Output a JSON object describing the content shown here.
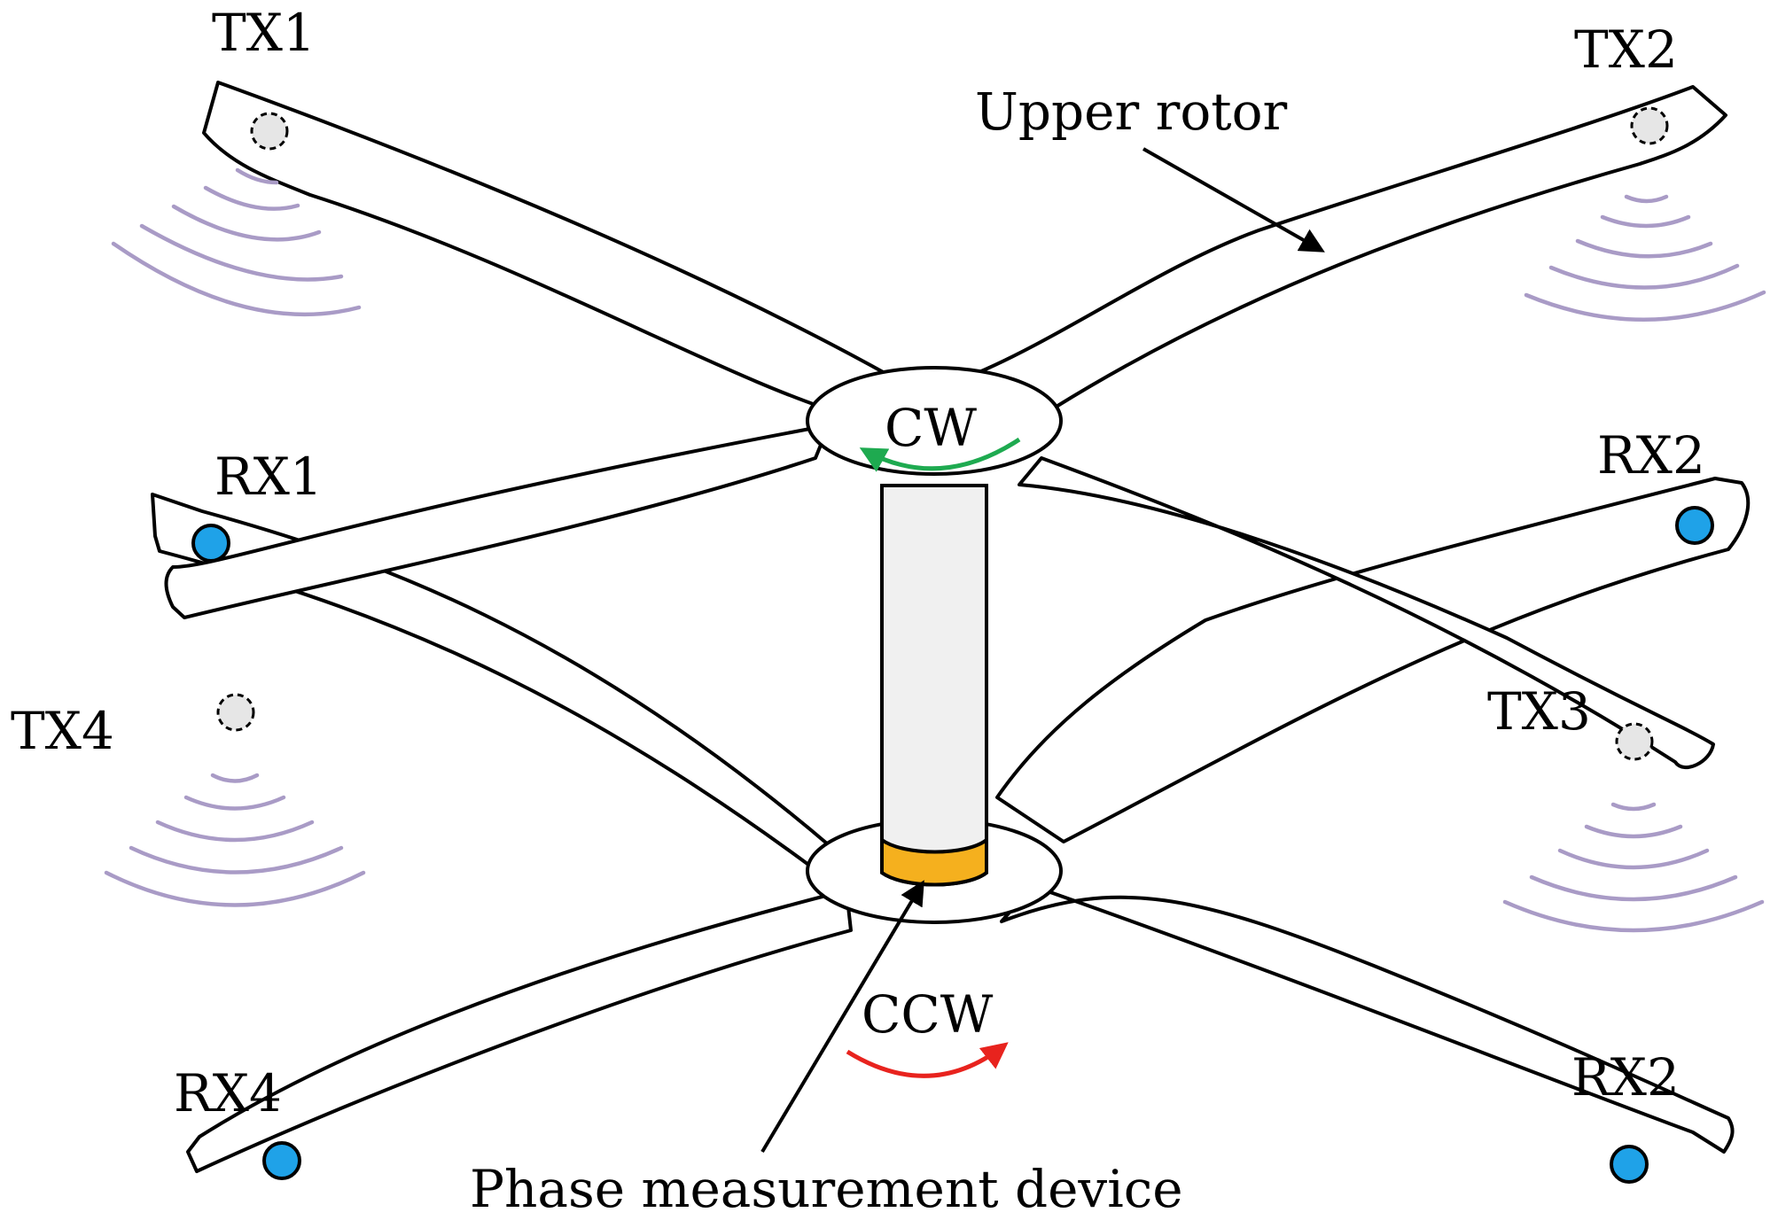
{
  "labels": {
    "tx1": "TX1",
    "tx2": "TX2",
    "tx3": "TX3",
    "tx4": "TX4",
    "rx1": "RX1",
    "rx2_upper": "RX2",
    "rx2_lower": "RX2",
    "rx4": "RX4",
    "upper_rotor": "Upper rotor",
    "cw": "CW",
    "ccw": "CCW",
    "phase_device": "Phase measurement device"
  },
  "colors": {
    "blade_fill": "#ffffff",
    "outline": "#000000",
    "shaft_fill": "#f0f0f0",
    "device_band": "#f5b01e",
    "rx_antenna": "#1fa2e8",
    "tx_antenna": "#e6e6e6",
    "wave": "#a99bc6",
    "cw_arrow": "#1eaa50",
    "ccw_arrow": "#e8231e"
  },
  "icons": {
    "tx_antenna": "dashed-circle-icon",
    "rx_antenna": "filled-circle-icon",
    "signal": "radio-wave-arcs-icon",
    "rotation": "curved-arrow-icon"
  }
}
